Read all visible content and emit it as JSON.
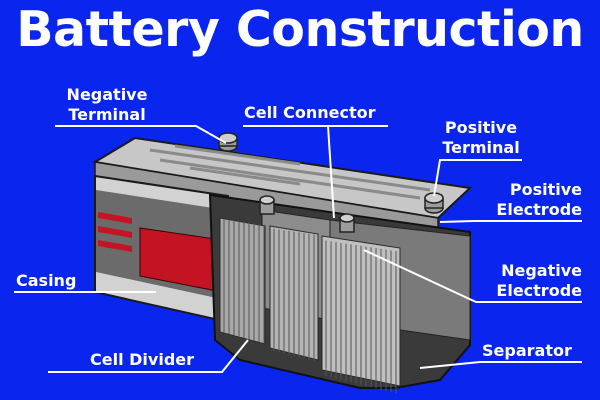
{
  "title": "Battery Construction",
  "colors": {
    "background": "#0a26ee",
    "text": "#ffffff",
    "leader_line": "#ffffff",
    "casing_light": "#d2d2d2",
    "casing_dark": "#6b6b6b",
    "label_red": "#c41424"
  },
  "labels": {
    "negative_terminal": [
      "Negative",
      "Terminal"
    ],
    "cell_connector": "Cell Connector",
    "positive_terminal": [
      "Positive",
      "Terminal"
    ],
    "positive_electrode": [
      "Positive",
      "Electrode"
    ],
    "negative_electrode": [
      "Negative",
      "Electrode"
    ],
    "casing": "Casing",
    "cell_divider": "Cell Divider",
    "separator": "Separator"
  }
}
